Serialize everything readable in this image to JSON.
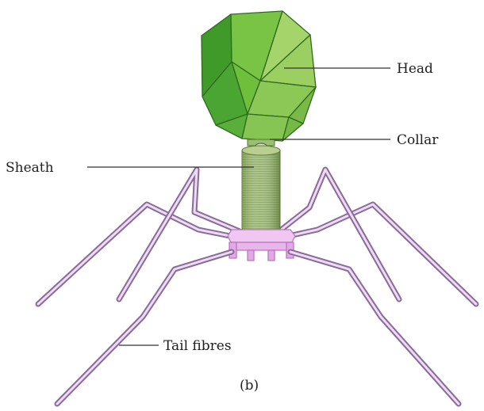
{
  "labels": {
    "head": "Head",
    "collar": "Collar",
    "sheath": "Sheath",
    "tail_fibres": "Tail fibres",
    "panel": "(b)"
  },
  "colors": {
    "head_dark": "#3f9a2a",
    "head_mid": "#6fbe3c",
    "head_light": "#a8d86a",
    "head_edge": "#2f6a1d",
    "sheath": "#93b16a",
    "sheath_stripe": "#7d9955",
    "fibre_outer": "#8a6a9a",
    "fibre_inner": "#e9d8ef",
    "base_plate": "#e8b9ea",
    "base_plate_edge": "#b679b9",
    "leader_line": "#333333"
  }
}
